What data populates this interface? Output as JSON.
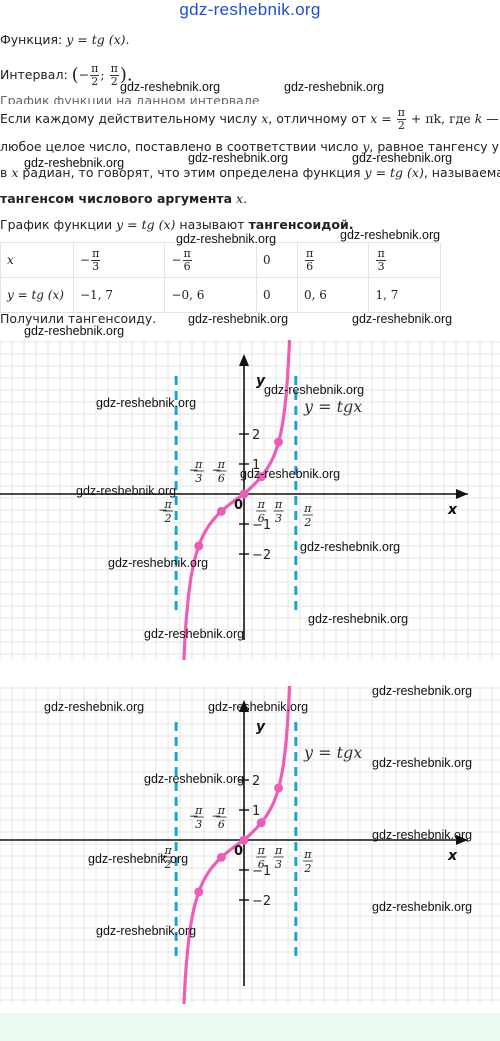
{
  "site": "gdz-reshebnik.org",
  "watermark": "gdz-reshebnik.org",
  "line_function_label": "Функция:",
  "line_function_formula": "y = tg (x).",
  "line_interval_label": "Интервал:",
  "graph_heading": "График функции на данном интервале",
  "p1_part1": "Если каждому действительному числу",
  "p1_x": "x",
  "p1_part2": ", отличному от",
  "p1_formula": "x =",
  "p1_plus": "+ πk, где",
  "p1_k": "k",
  "p1_dash": "—",
  "p2_text": "любое целое число, поставлено в соответствии число",
  "p2_y": "y",
  "p2_text2": ", равное тангенсу угла",
  "p3_in": "в",
  "p3_x": "x",
  "p3_text": "радиан, то говорят, что этим определена функция",
  "p3_formula": "y = tg (x)",
  "p3_text2": ", называемая",
  "p4_bold": "тангенсом числового аргумента",
  "p4_x": "x.",
  "p5_text1": "График функции",
  "p5_formula": "y = tg (x)",
  "p5_text2": "называют",
  "p5_bold": "тангенсоидой.",
  "pi": "π",
  "two": "2",
  "three": "3",
  "six": "6",
  "minus": "−",
  "table": {
    "row1_label": "x",
    "row2_label": "y = tg (x)",
    "values": [
      "−1, 7",
      "−0, 6",
      "0",
      "0, 6",
      "1, 7"
    ],
    "x_zero": "0"
  },
  "result_text": "Получили тангенсоиду.",
  "graph": {
    "ylabel": "y",
    "xlabel": "x",
    "origin": "0",
    "curve_label": "y = tgx",
    "y_ticks": [
      "2",
      "1",
      "−1",
      "−2"
    ],
    "colors": {
      "curve": "#ee5db5",
      "asymptote": "#1aa3d9",
      "grid": "#dcdcdc",
      "axis": "#111111"
    }
  }
}
